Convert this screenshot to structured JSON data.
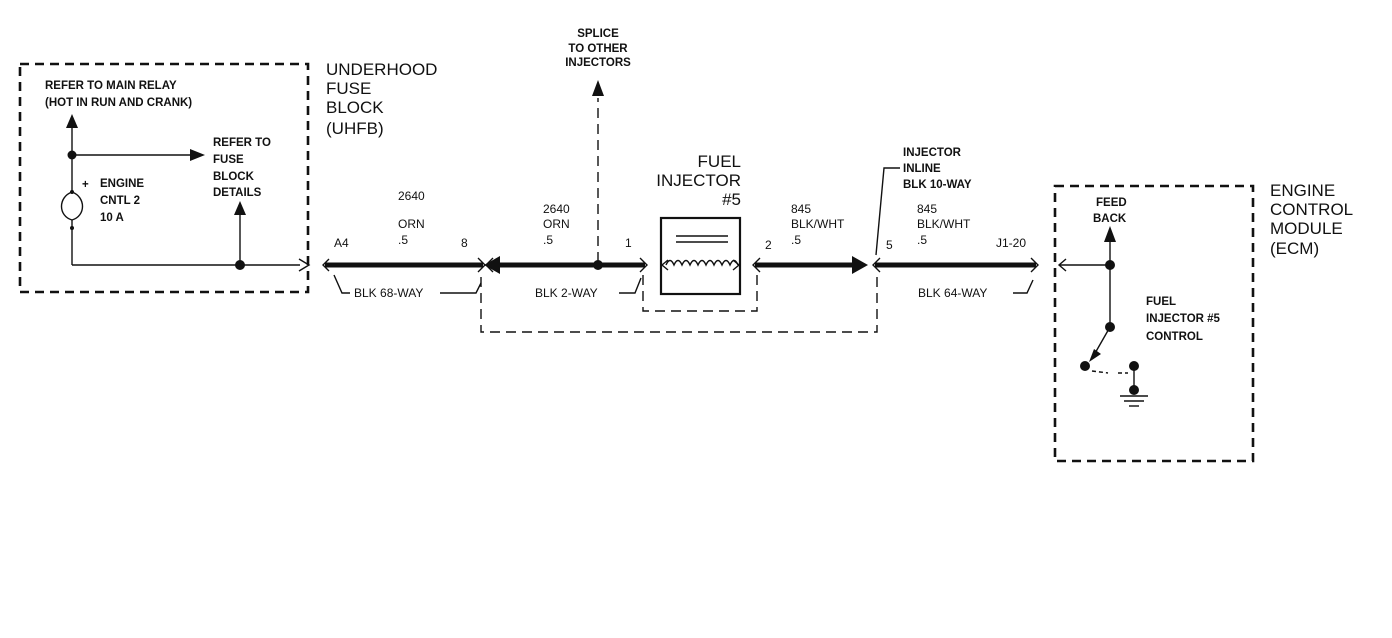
{
  "uhfb": {
    "title_lines": [
      "UNDERHOOD",
      "FUSE",
      "BLOCK",
      "(UHFB)"
    ],
    "main_relay_lines": [
      "REFER TO MAIN RELAY",
      "(HOT IN RUN AND CRANK)"
    ],
    "fuse_details_lines": [
      "REFER TO",
      "FUSE",
      "BLOCK",
      "DETAILS"
    ],
    "fuse_plus": "+",
    "fuse_lines": [
      "ENGINE",
      "CNTL 2",
      "10 A"
    ]
  },
  "splice": {
    "lines": [
      "SPLICE",
      "TO OTHER",
      "INJECTORS"
    ]
  },
  "injector": {
    "title_lines": [
      "FUEL",
      "INJECTOR",
      "#5"
    ],
    "inline_lines": [
      "INJECTOR",
      "INLINE",
      "BLK 10-WAY"
    ]
  },
  "ecm": {
    "title_lines": [
      "ENGINE",
      "CONTROL",
      "MODULE",
      "(ECM)"
    ],
    "feedback_lines": [
      "FEED",
      "BACK"
    ],
    "control_lines": [
      "FUEL",
      "INJECTOR #5",
      "CONTROL"
    ]
  },
  "pins": {
    "a4": "A4",
    "p8": "8",
    "p1": "1",
    "p2": "2",
    "p5": "5",
    "j1_20": "J1-20"
  },
  "wires": {
    "w1": [
      "2640",
      "ORN",
      ".5"
    ],
    "w2": [
      "2640",
      "ORN",
      ".5"
    ],
    "w3": [
      "845",
      "BLK/WHT",
      ".5"
    ],
    "w4": [
      "845",
      "BLK/WHT",
      ".5"
    ]
  },
  "connectors": {
    "c68": "BLK 68-WAY",
    "c2": "BLK 2-WAY",
    "c64": "BLK 64-WAY"
  }
}
